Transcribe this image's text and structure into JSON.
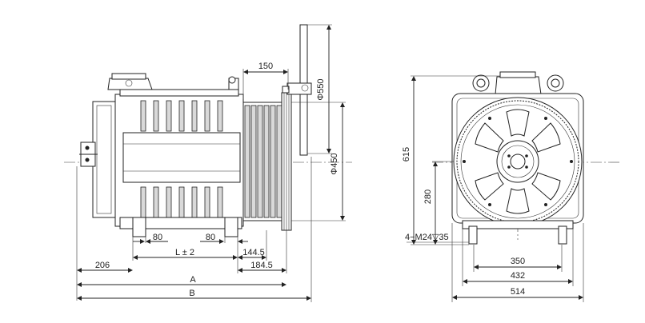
{
  "dimensions": {
    "sheave_dia": "Φ550",
    "shaft_dia": "Φ450",
    "top_150": "150",
    "foot_80_left": "80",
    "foot_80_right": "80",
    "d_144_5": "144.5",
    "d_184_5": "184.5",
    "d_206": "206",
    "L_tol": "L ± 2",
    "A": "A",
    "B": "B",
    "h_615": "615",
    "h_280": "280",
    "bolt": "4−M24▽35",
    "w_350": "350",
    "w_432": "432",
    "w_514": "514"
  }
}
